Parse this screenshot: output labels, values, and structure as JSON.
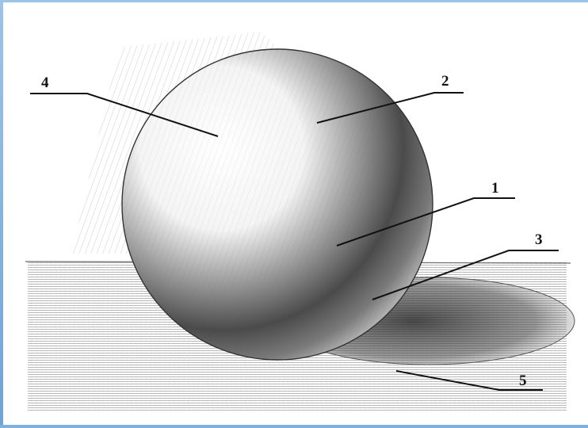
{
  "labels": {
    "one": "1",
    "two": "2",
    "three": "3",
    "four": "4",
    "five": "5"
  },
  "colors": {
    "frame_accent": "#7fb0de",
    "pencil": "#1a1a1a"
  }
}
